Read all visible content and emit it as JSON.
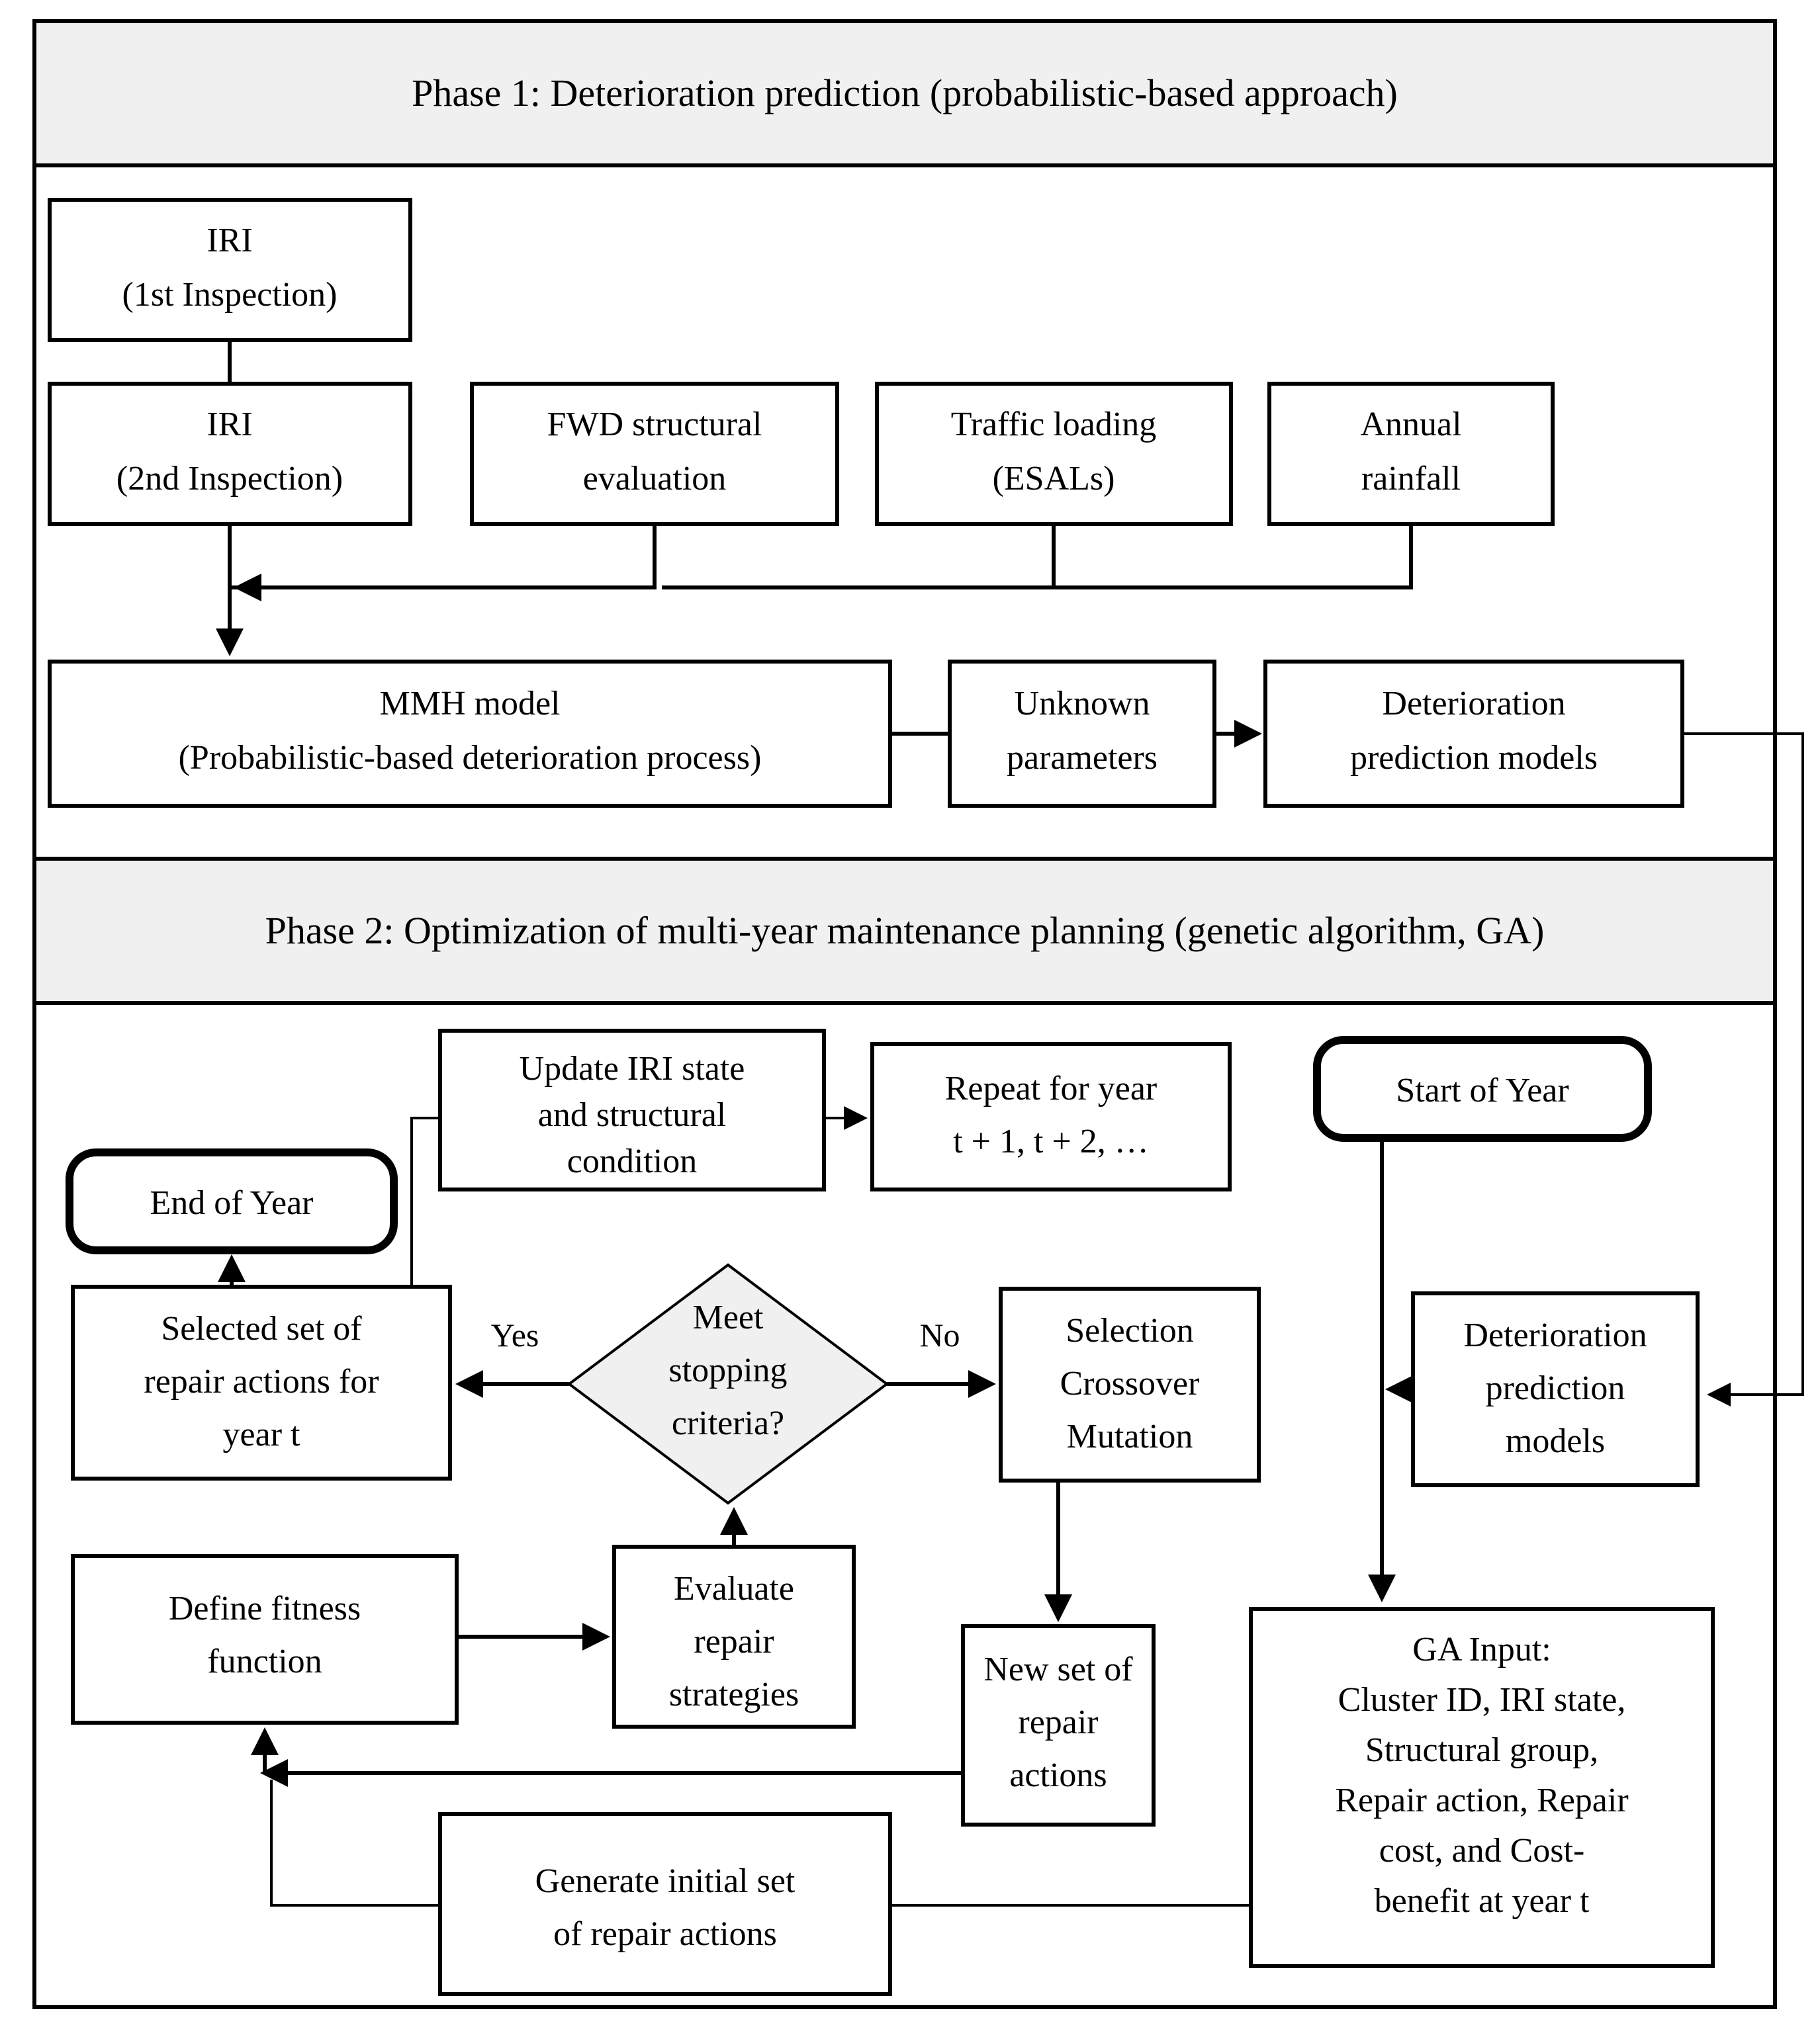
{
  "figure": {
    "title": "Two-phase pavement maintenance planning framework flowchart",
    "background": "#ffffff",
    "band_fill": "#f0f0f0",
    "node_stroke": "#000000"
  },
  "phase1": {
    "band_label": "Phase 1: Deterioration prediction (probabilistic-based approach)",
    "nodes": {
      "iri_1st": {
        "line1": "IRI",
        "line2": "(1st Inspection)"
      },
      "iri_2nd": {
        "line1": "IRI",
        "line2": "(2nd Inspection)"
      },
      "fwd": {
        "line1": "FWD structural",
        "line2": "evaluation"
      },
      "traffic": {
        "line1": "Traffic loading",
        "line2": "(ESALs)"
      },
      "rainfall": {
        "line1": "Annual",
        "line2": "rainfall"
      },
      "mmh": {
        "line1": "MMH model",
        "line2": "(Probabilistic-based deterioration process)"
      },
      "unknown": {
        "line1": "Unknown",
        "line2": "parameters"
      },
      "deter_models": {
        "line1": "Deterioration",
        "line2": "prediction models"
      }
    }
  },
  "phase2": {
    "band_label": "Phase 2: Optimization of multi-year maintenance planning (genetic algorithm, GA)",
    "nodes": {
      "update_iri": {
        "line1": "Update IRI state",
        "line2": "and structural",
        "line3": "condition"
      },
      "repeat_year": {
        "line1": "Repeat for year",
        "line2": "t + 1, t + 2, …"
      },
      "start_of_year": {
        "line1": "Start of Year"
      },
      "end_of_year": {
        "line1": "End of Year"
      },
      "selected_set": {
        "line1": "Selected set of",
        "line2": "repair actions for",
        "line3": "year t"
      },
      "stopping": {
        "line1": "Meet",
        "line2": "stopping",
        "line3": "criteria?"
      },
      "scm": {
        "line1": "Selection",
        "line2": "Crossover",
        "line3": "Mutation"
      },
      "deter_models2": {
        "line1": "Deterioration",
        "line2": "prediction",
        "line3": "models"
      },
      "fitness": {
        "line1": "Define fitness",
        "line2": "function"
      },
      "evaluate": {
        "line1": "Evaluate",
        "line2": "repair",
        "line3": "strategies"
      },
      "new_set": {
        "line1": "New set of",
        "line2": "repair",
        "line3": "actions"
      },
      "ga_input": {
        "line1": "GA Input:",
        "line2": "Cluster ID, IRI state,",
        "line3": "Structural group,",
        "line4": "Repair action, Repair",
        "line5": "cost, and Cost-",
        "line6": "benefit at year t"
      },
      "generate_initial": {
        "line1": "Generate initial set",
        "line2": "of repair actions"
      }
    },
    "edge_labels": {
      "yes": "Yes",
      "no": "No"
    }
  }
}
